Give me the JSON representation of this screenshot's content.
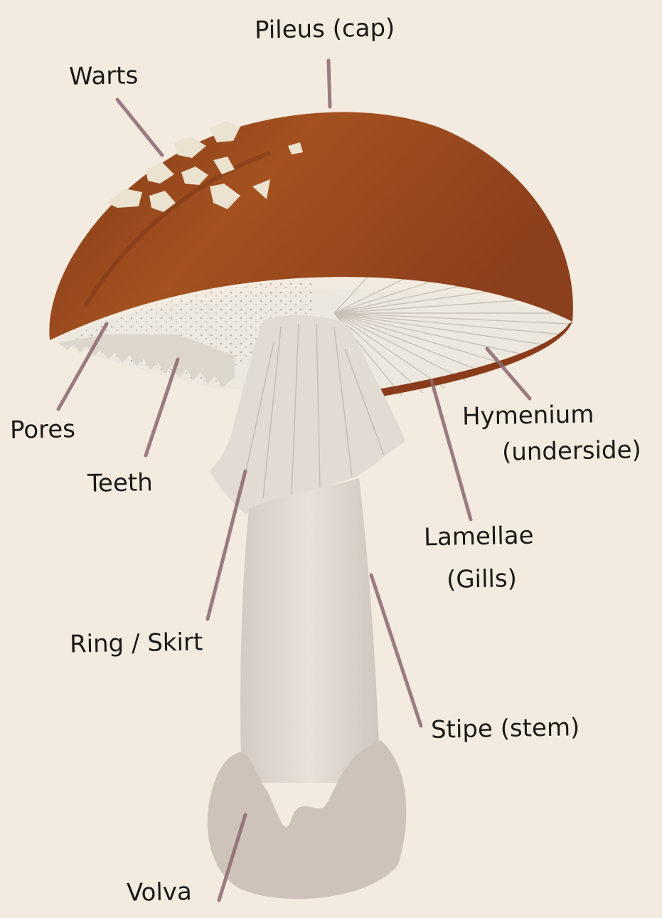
{
  "labels": {
    "pileus": "Pileus (cap)",
    "warts": "Warts",
    "pores": "Pores",
    "teeth": "Teeth",
    "hymenium_1": "Hymenium",
    "hymenium_2": "(underside)",
    "lamellae_1": "Lamellae",
    "lamellae_2": "(Gills)",
    "ring": "Ring / Skirt",
    "stipe": "Stipe (stem)",
    "volva": "Volva"
  },
  "colors": {
    "background": "#f3ebdf",
    "cap": "#a24d24",
    "cap_dark": "#7a3418",
    "underside": "#ece7df",
    "stem": "#ddd5cd",
    "volva": "#c9bfb7",
    "leader_line": "#8a6870",
    "text": "#1b1a19"
  }
}
